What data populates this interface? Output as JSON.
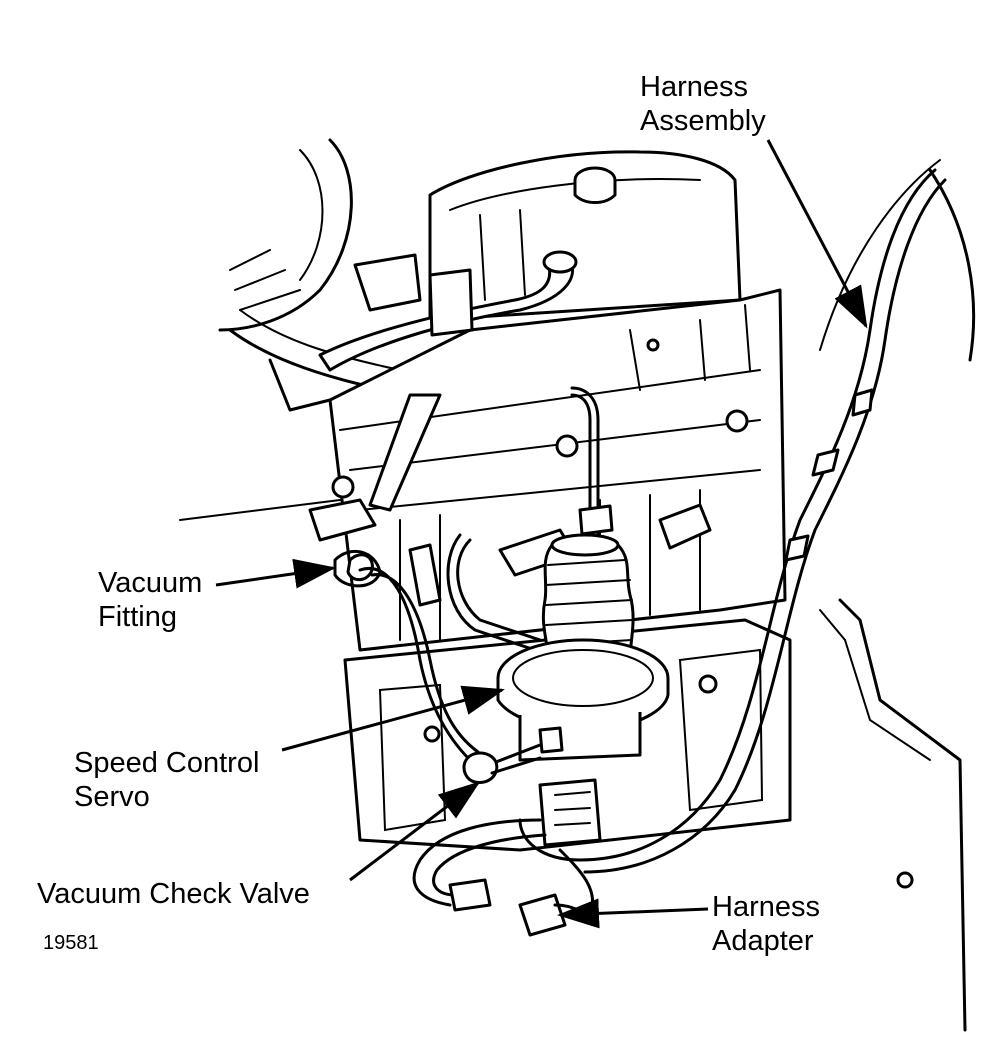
{
  "labels": {
    "harness_assembly": [
      "Harness",
      "Assembly"
    ],
    "vacuum_fitting": [
      "Vacuum",
      "Fitting"
    ],
    "speed_control_servo": [
      "Speed Control",
      "Servo"
    ],
    "vacuum_check_valve": "Vacuum Check Valve",
    "harness_adapter": [
      "Harness",
      "Adapter"
    ]
  },
  "figure_number": "19581"
}
